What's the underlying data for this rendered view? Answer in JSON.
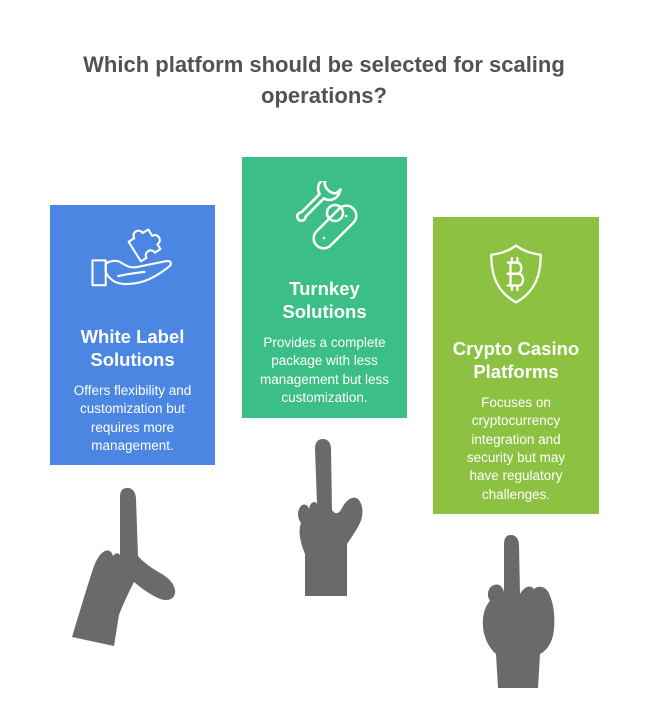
{
  "header": {
    "title": "Which platform should be selected for scaling operations?"
  },
  "cards": [
    {
      "title": "White Label Solutions",
      "body": "Offers flexibility and customization but requires more management.",
      "icon": "hand-holding-puzzle-icon",
      "color": "#4a86e2"
    },
    {
      "title": "Turnkey Solutions",
      "body": "Provides a complete package with less management but less customization.",
      "icon": "wrench-tools-icon",
      "color": "#3cbf86"
    },
    {
      "title": "Crypto Casino Platforms",
      "body": "Focuses on cryptocurrency integration and security but may have regulatory challenges.",
      "icon": "bitcoin-shield-icon",
      "color": "#8cc141"
    }
  ],
  "pointers": [
    {
      "name": "pointing-hand-left"
    },
    {
      "name": "pointing-hand-middle"
    },
    {
      "name": "pointing-hand-right"
    }
  ],
  "colors": {
    "background": "#ffffff",
    "title_text": "#525254",
    "card_text": "#ffffff",
    "icon_stroke": "#ffffff",
    "hand_gray": "#6a6a6a",
    "card_blue": "#4a86e2",
    "card_green": "#3cbf86",
    "card_lime": "#8cc141"
  }
}
